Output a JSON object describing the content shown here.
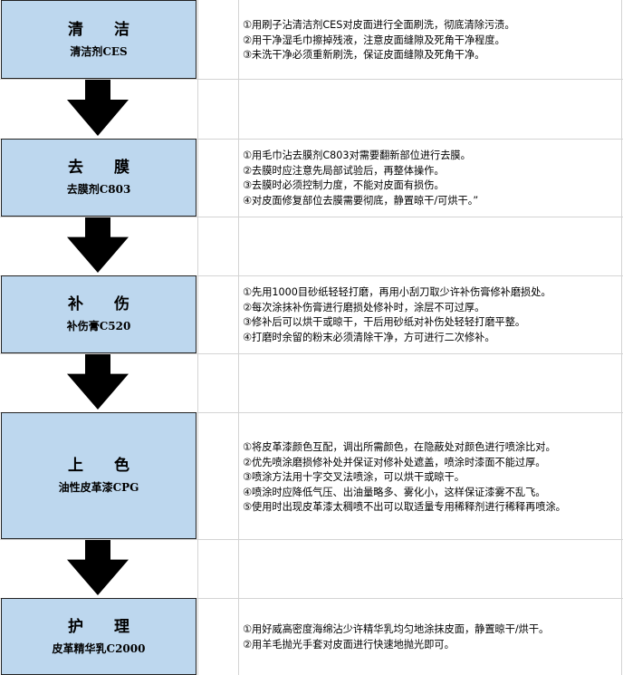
{
  "steps": [
    {
      "title": "清 洁",
      "product": "清洁剂CES",
      "notes": [
        "①用刷子沾清洁剂CES对皮面进行全面刷洗，彻底清除污渍。",
        "②用干净湿毛巾擦掉残液，注意皮面缝隙及死角干净程度。",
        "③未洗干净必须重新刷洗，保证皮面缝隙及死角干净。"
      ]
    },
    {
      "title": "去 膜",
      "product": "去膜剂C803",
      "notes": [
        "①用毛巾沾去膜剂C803对需要翻新部位进行去膜。",
        "②去膜时应注意先局部试验后，再整体操作。",
        "③去膜时必须控制力度，不能对皮面有损伤。",
        "④对皮面修复部位去膜需要彻底，静置晾干/可烘干。”"
      ]
    },
    {
      "title": "补 伤",
      "product": "补伤膏C520",
      "notes": [
        "①先用1000目砂纸轻轻打磨，再用小刮刀取少许补伤膏修补磨损处。",
        "②每次涂抹补伤膏进行磨损处修补时，涂层不可过厚。",
        "③修补后可以烘干或晾干，干后用砂纸对补伤处轻轻打磨平整。",
        "④打磨时余留的粉末必须清除干净，方可进行二次修补。"
      ]
    },
    {
      "title": "上 色",
      "product": "油性皮革漆CPG",
      "notes": [
        "①将皮革漆颜色互配，调出所需颜色，在隐蔽处对颜色进行喷涂比对。",
        "②优先喷涂磨损修补处并保证对修补处遮盖，喷涂时漆面不能过厚。",
        "③喷涂方法用十字交叉法喷涂，可以烘干或晾干。",
        "④喷涂时应降低气压、出油量略多、雾化小，这样保证漆雾不乱飞。",
        "⑤使用时出现皮革漆太稠喷不出可以取适量专用稀释剂进行稀释再喷涂。"
      ]
    },
    {
      "title": "护 理",
      "product": "皮革精华乳C2000",
      "notes": [
        "①用好威高密度海绵沾少许精华乳均匀地涂抹皮面，静置晾干/烘干。",
        "②用羊毛抛光手套对皮面进行快速地抛光即可。"
      ]
    }
  ]
}
